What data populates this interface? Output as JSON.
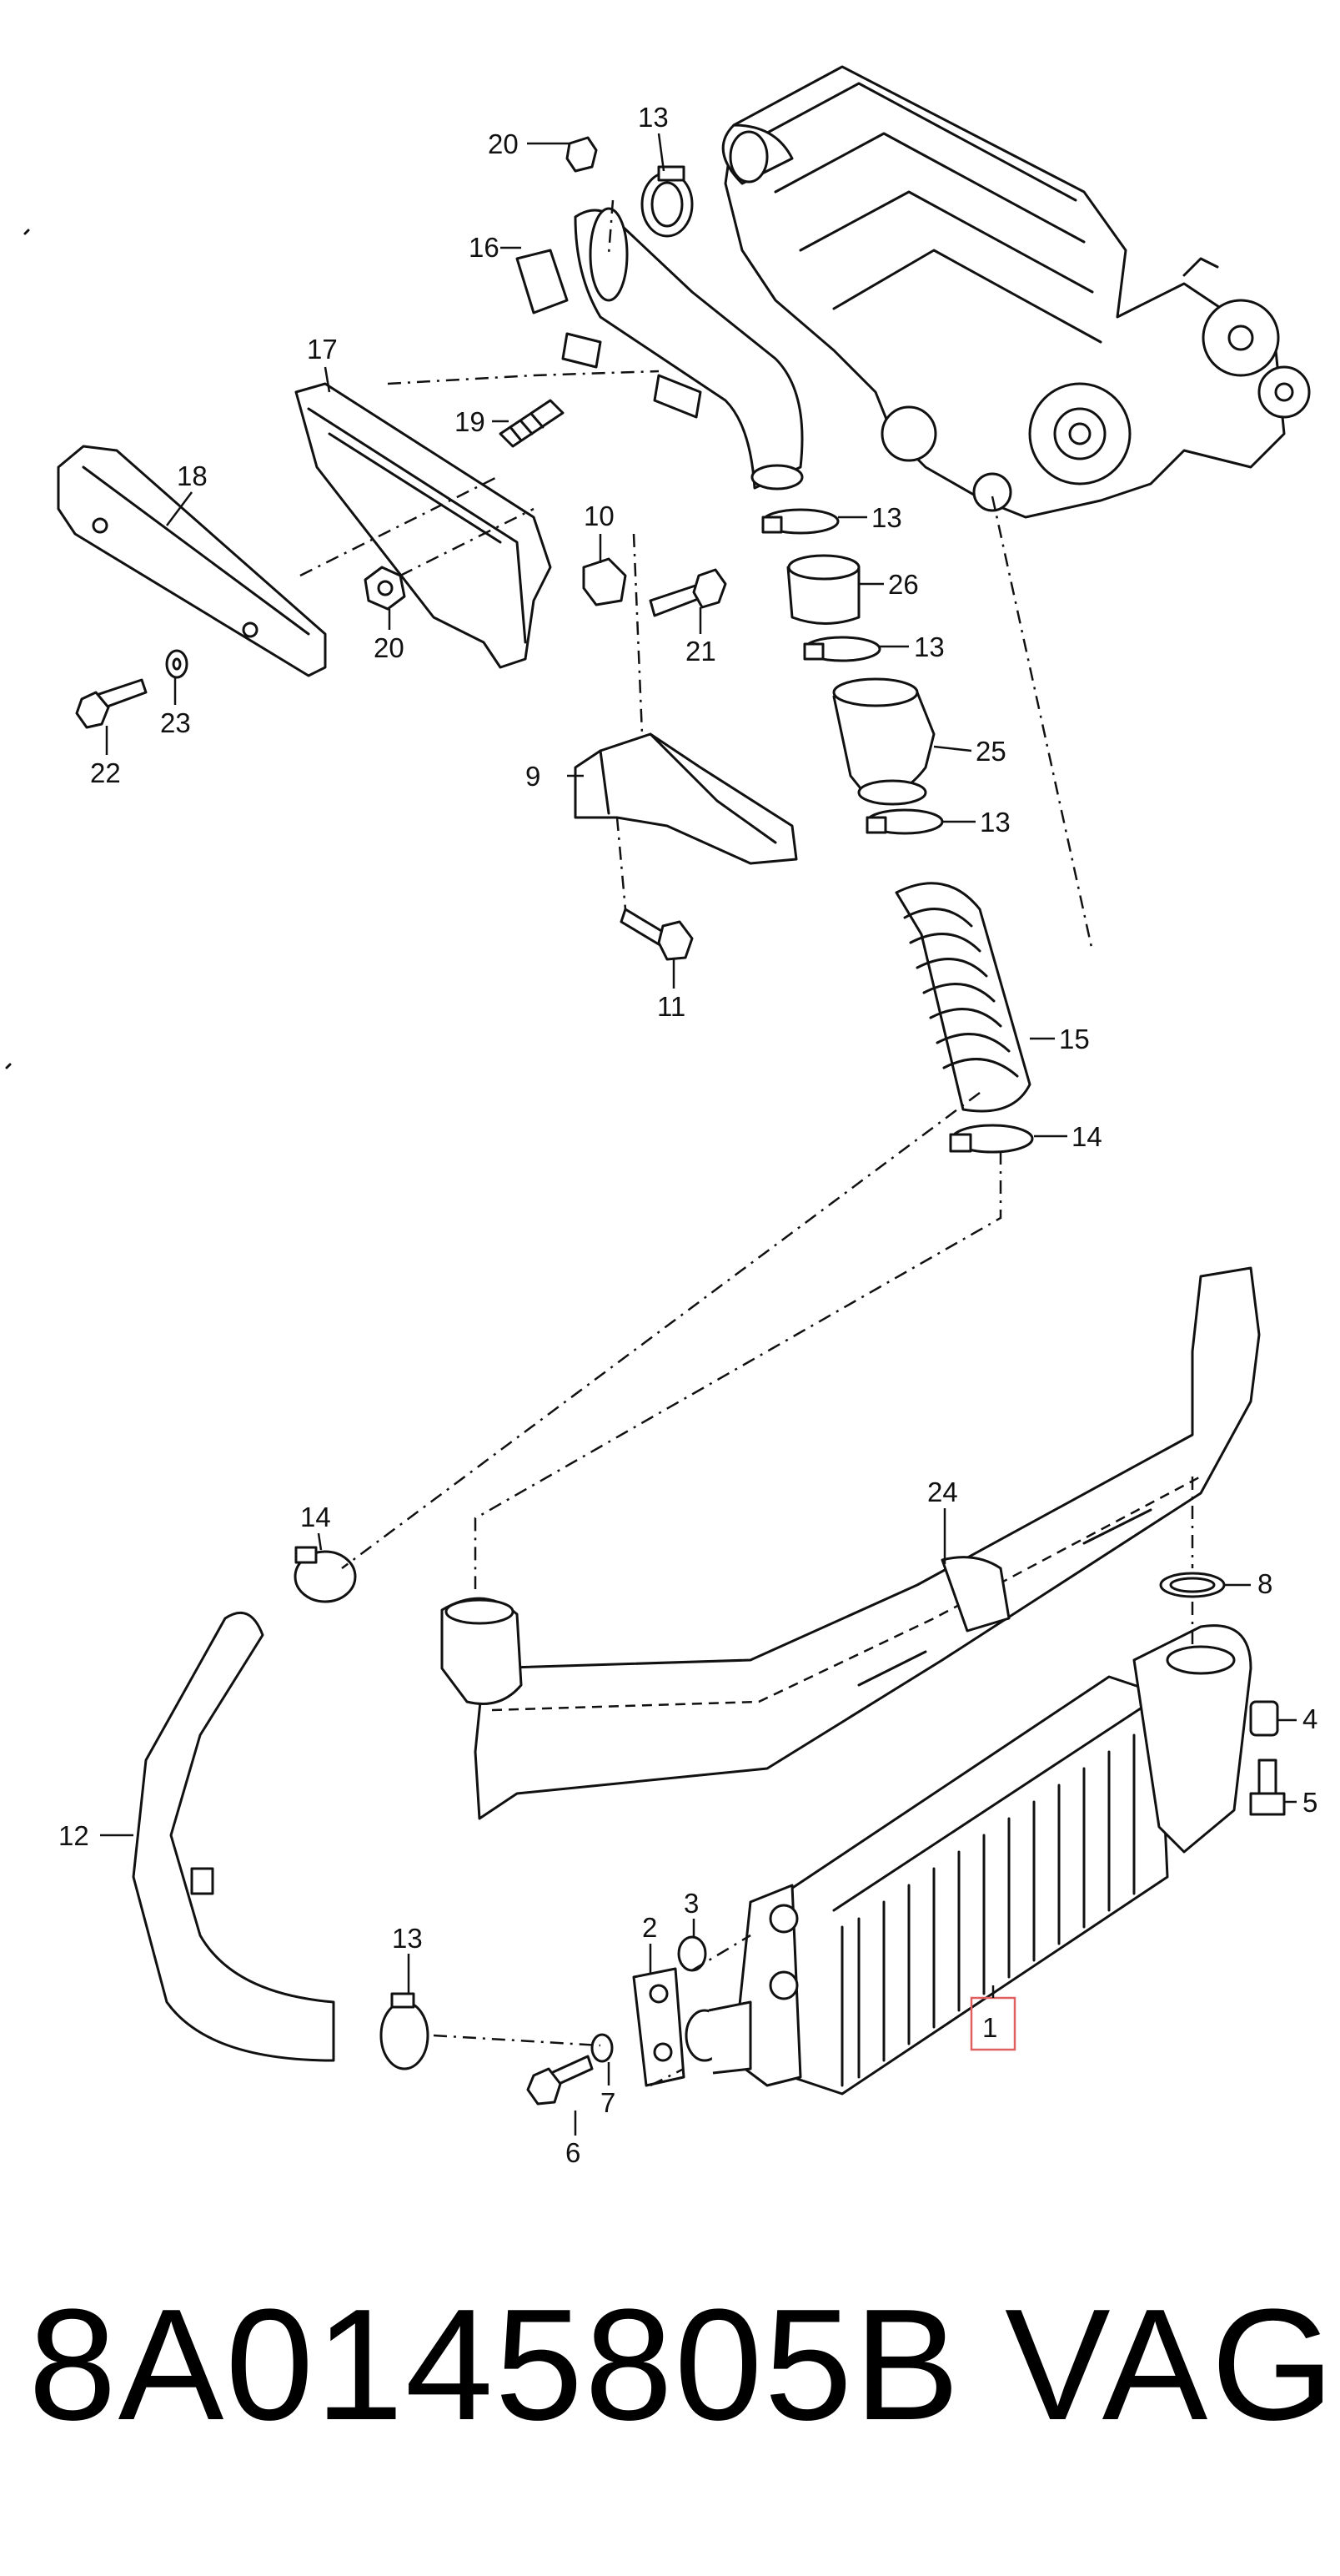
{
  "diagram": {
    "callouts": {
      "c1": "1",
      "c2": "2",
      "c3": "3",
      "c4": "4",
      "c5": "5",
      "c6": "6",
      "c7": "7",
      "c8": "8",
      "c9": "9",
      "c10": "10",
      "c11": "11",
      "c12": "12",
      "c13a": "13",
      "c13b": "13",
      "c13c": "13",
      "c13d": "13",
      "c13e": "13",
      "c14a": "14",
      "c14b": "14",
      "c15": "15",
      "c16": "16",
      "c17": "17",
      "c18": "18",
      "c19": "19",
      "c20a": "20",
      "c20b": "20",
      "c21": "21",
      "c22": "22",
      "c23": "23",
      "c24": "24",
      "c25": "25",
      "c26": "26"
    },
    "highlight_color": "#e06060"
  },
  "footer": {
    "part_number": "8A0145805B",
    "brand": "VAG"
  }
}
